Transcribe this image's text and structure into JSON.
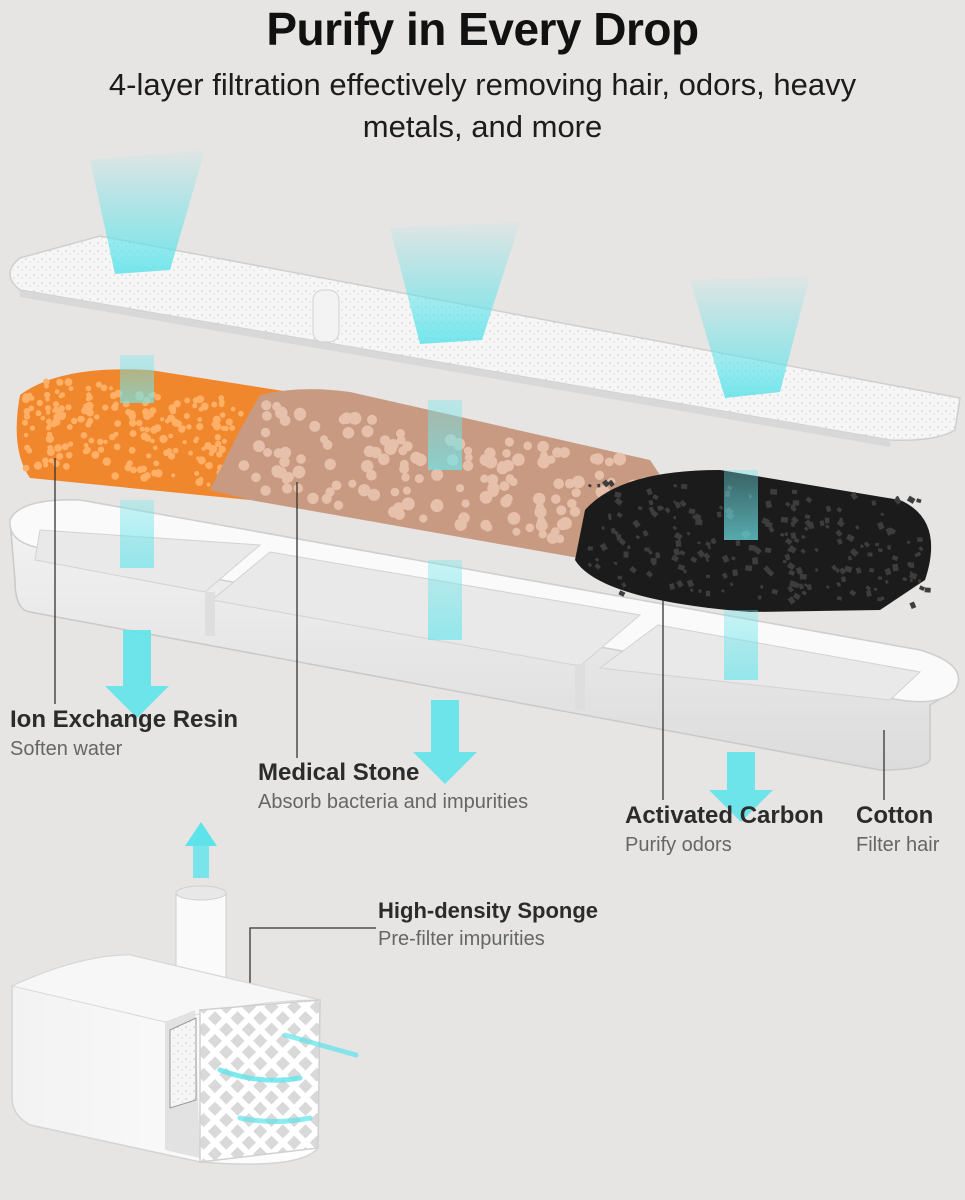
{
  "header": {
    "title": "Purify in Every Drop",
    "subtitle": "4-layer filtration effectively removing hair, odors, heavy metals, and more"
  },
  "colors": {
    "background": "#e6e5e3",
    "water_flow": "#5ee3ea",
    "resin": "#f0872c",
    "stone": "#d3a78f",
    "carbon": "#1b1b1b"
  },
  "layers": [
    {
      "name": "Ion Exchange Resin",
      "desc": "Soften water"
    },
    {
      "name": "Medical Stone",
      "desc": "Absorb bacteria and impurities"
    },
    {
      "name": "Activated Carbon",
      "desc": "Purify odors"
    },
    {
      "name": "Cotton",
      "desc": "Filter hair"
    }
  ],
  "pump": {
    "name": "High-density Sponge",
    "desc": "Pre-filter impurities"
  }
}
